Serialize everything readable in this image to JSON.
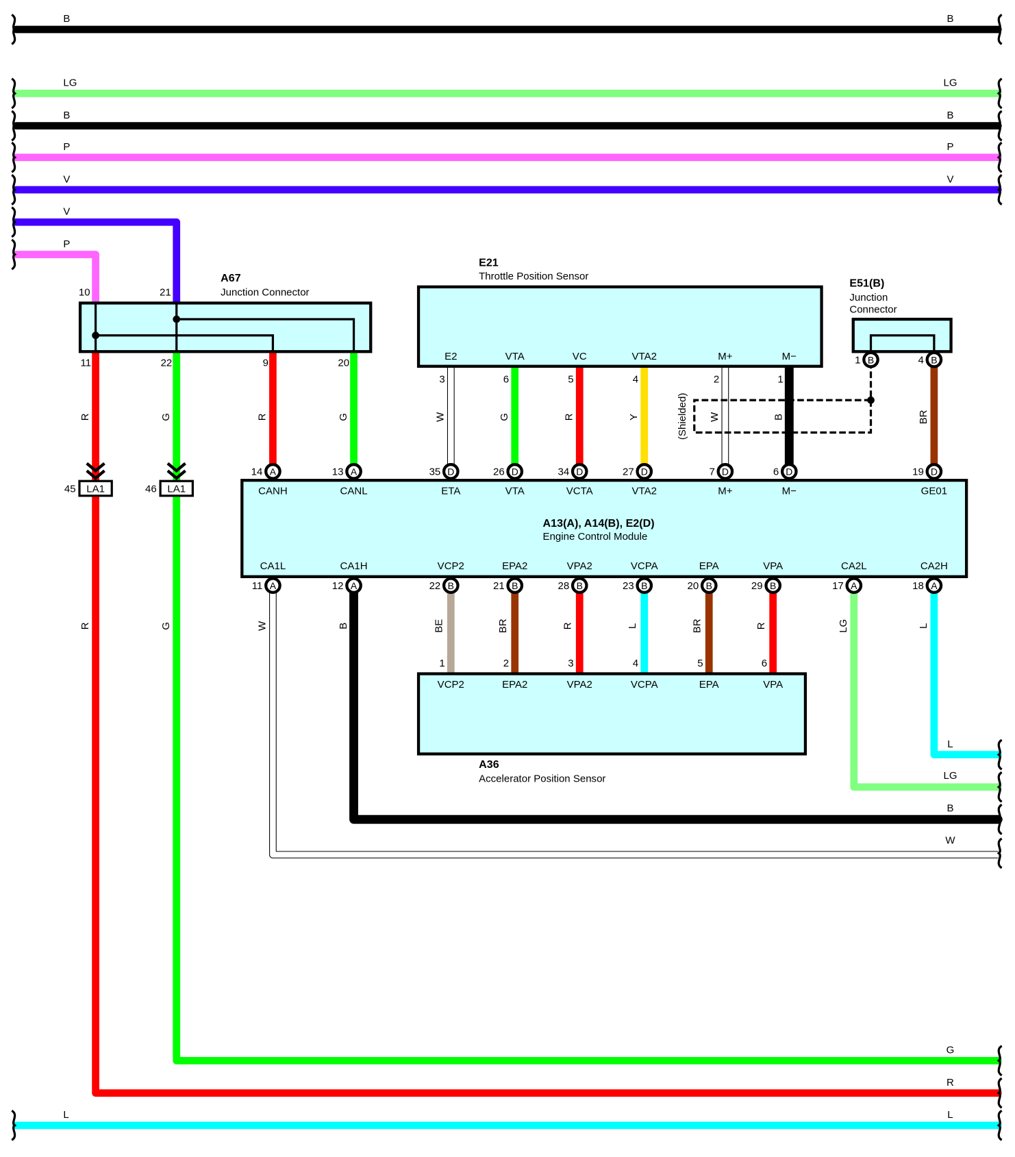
{
  "colors": {
    "B": "#000000",
    "LG": "#80ff80",
    "P": "#ff66ff",
    "V": "#4400ff",
    "R": "#ff0000",
    "G": "#00ff00",
    "W": "#ffffff",
    "Y": "#ffe000",
    "BR": "#993300",
    "BE": "#b8a898",
    "L": "#00ffff",
    "box_fill": "#ccffff"
  },
  "bus_wires": [
    {
      "color": "B",
      "label_left": "B",
      "label_right": "B"
    },
    {
      "color": "LG",
      "label_left": "LG",
      "label_right": "LG"
    },
    {
      "color": "B",
      "label_left": "B",
      "label_right": "B"
    },
    {
      "color": "P",
      "label_left": "P",
      "label_right": "P"
    },
    {
      "color": "V",
      "label_left": "V",
      "label_right": "V"
    },
    {
      "color": "L",
      "label_left": "L",
      "label_right": "L"
    }
  ],
  "left_feed_wires": [
    {
      "color": "V",
      "label": "V"
    },
    {
      "color": "P",
      "label": "P"
    }
  ],
  "right_return_wires": [
    {
      "color": "L",
      "label": "L"
    },
    {
      "color": "LG",
      "label": "LG"
    },
    {
      "color": "B",
      "label": "B"
    },
    {
      "color": "W",
      "label": "W"
    },
    {
      "color": "G",
      "label": "G"
    },
    {
      "color": "R",
      "label": "R"
    }
  ],
  "a67": {
    "id": "A67",
    "name": "Junction Connector",
    "pins_top": [
      "10",
      "21"
    ],
    "pins_bottom": [
      "11",
      "22",
      "9",
      "20"
    ]
  },
  "la1": [
    {
      "pin": "45",
      "name": "LA1",
      "wire_label": "R"
    },
    {
      "pin": "46",
      "name": "LA1",
      "wire_label": "G"
    }
  ],
  "e21": {
    "id": "E21",
    "name": "Throttle Position Sensor",
    "pins": [
      {
        "name": "E2",
        "num": "3",
        "wire": "W"
      },
      {
        "name": "VTA",
        "num": "6",
        "wire": "G"
      },
      {
        "name": "VC",
        "num": "5",
        "wire": "R"
      },
      {
        "name": "VTA2",
        "num": "4",
        "wire": "Y"
      },
      {
        "name": "M+",
        "num": "2",
        "wire": "W"
      },
      {
        "name": "M−",
        "num": "1",
        "wire": "B"
      }
    ],
    "shielded_label": "(Shielded)"
  },
  "e51": {
    "id": "E51(B)",
    "name_line1": "Junction",
    "name_line2": "Connector",
    "pins": [
      {
        "num": "1",
        "letter": "B"
      },
      {
        "num": "4",
        "letter": "B",
        "wire": "BR"
      }
    ]
  },
  "ecm": {
    "id": "A13(A), A14(B), E2(D)",
    "name": "Engine Control Module",
    "top_pins": [
      {
        "num": "14",
        "letter": "A",
        "name": "CANH",
        "wire": "R"
      },
      {
        "num": "13",
        "letter": "A",
        "name": "CANL",
        "wire": "G"
      },
      {
        "num": "35",
        "letter": "D",
        "name": "ETA",
        "wire": "W"
      },
      {
        "num": "26",
        "letter": "D",
        "name": "VTA",
        "wire": "G"
      },
      {
        "num": "34",
        "letter": "D",
        "name": "VCTA",
        "wire": "R"
      },
      {
        "num": "27",
        "letter": "D",
        "name": "VTA2",
        "wire": "Y"
      },
      {
        "num": "7",
        "letter": "D",
        "name": "M+",
        "wire": "W"
      },
      {
        "num": "6",
        "letter": "D",
        "name": "M−",
        "wire": "B"
      },
      {
        "num": "19",
        "letter": "D",
        "name": "GE01",
        "wire": "BR"
      }
    ],
    "bottom_pins": [
      {
        "num": "11",
        "letter": "A",
        "name": "CA1L",
        "wire": "W"
      },
      {
        "num": "12",
        "letter": "A",
        "name": "CA1H",
        "wire": "B"
      },
      {
        "num": "22",
        "letter": "B",
        "name": "VCP2",
        "wire": "BE"
      },
      {
        "num": "21",
        "letter": "B",
        "name": "EPA2",
        "wire": "BR"
      },
      {
        "num": "28",
        "letter": "B",
        "name": "VPA2",
        "wire": "R"
      },
      {
        "num": "23",
        "letter": "B",
        "name": "VCPA",
        "wire": "L"
      },
      {
        "num": "20",
        "letter": "B",
        "name": "EPA",
        "wire": "BR"
      },
      {
        "num": "29",
        "letter": "B",
        "name": "VPA",
        "wire": "R"
      },
      {
        "num": "17",
        "letter": "A",
        "name": "CA2L",
        "wire": "LG"
      },
      {
        "num": "18",
        "letter": "A",
        "name": "CA2H",
        "wire": "L"
      }
    ]
  },
  "a36": {
    "id": "A36",
    "name": "Accelerator Position Sensor",
    "pins": [
      {
        "num": "1",
        "name": "VCP2"
      },
      {
        "num": "2",
        "name": "EPA2"
      },
      {
        "num": "3",
        "name": "VPA2"
      },
      {
        "num": "4",
        "name": "VCPA"
      },
      {
        "num": "5",
        "name": "EPA"
      },
      {
        "num": "6",
        "name": "VPA"
      }
    ]
  }
}
